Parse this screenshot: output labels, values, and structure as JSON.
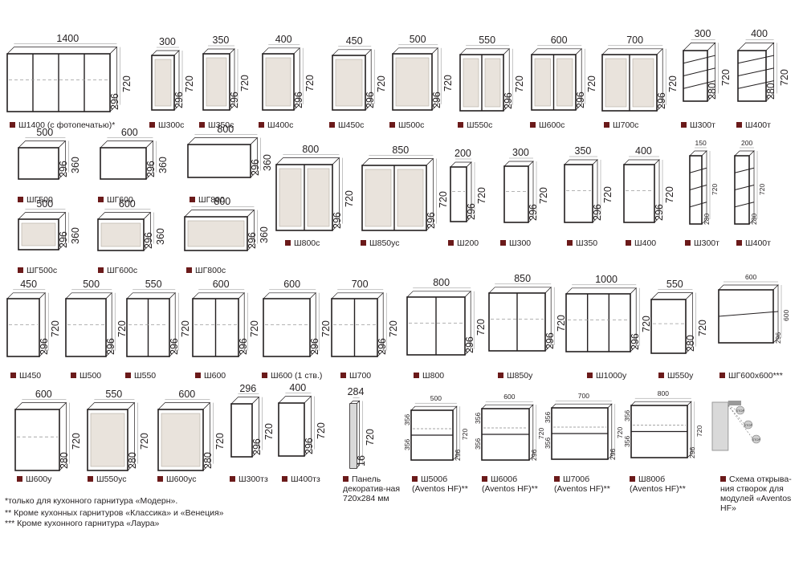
{
  "title": "",
  "colors": {
    "outline": "#231f20",
    "marker": "#6b1a1a",
    "glass": "#e9e3dc",
    "side": "#d9d9d9"
  },
  "items": [
    {
      "code": "Ш1400 (с фотопечатью)*",
      "w": "1400",
      "h": "720",
      "d": "296",
      "type": "photo"
    },
    {
      "code": "Ш300с",
      "w": "300",
      "h": "720",
      "d": "296",
      "type": "glass1"
    },
    {
      "code": "Ш350с",
      "w": "350",
      "h": "720",
      "d": "296",
      "type": "glass1"
    },
    {
      "code": "Ш400с",
      "w": "400",
      "h": "720",
      "d": "296",
      "type": "glass1"
    },
    {
      "code": "Ш450с",
      "w": "450",
      "h": "720",
      "d": "296",
      "type": "glass1"
    },
    {
      "code": "Ш500с",
      "w": "500",
      "h": "720",
      "d": "296",
      "type": "glass1"
    },
    {
      "code": "Ш550с",
      "w": "550",
      "h": "720",
      "d": "296",
      "type": "glass2"
    },
    {
      "code": "Ш600с",
      "w": "600",
      "h": "720",
      "d": "296",
      "type": "glass2"
    },
    {
      "code": "Ш700с",
      "w": "700",
      "h": "720",
      "d": "296",
      "type": "glass2"
    },
    {
      "code": "Ш300т",
      "w": "300",
      "h": "720",
      "d": "280",
      "type": "shelfR"
    },
    {
      "code": "Ш400т",
      "w": "400",
      "h": "720",
      "d": "280",
      "type": "shelfR"
    },
    {
      "code": "ШГ500",
      "w": "500",
      "h": "360",
      "d": "296",
      "type": "h1"
    },
    {
      "code": "ШГ600",
      "w": "600",
      "h": "360",
      "d": "296",
      "type": "h1"
    },
    {
      "code": "ШГ800",
      "w": "800",
      "h": "360",
      "d": "296",
      "type": "h1"
    },
    {
      "code": "ШГ500с",
      "w": "500",
      "h": "360",
      "d": "296",
      "type": "hglass"
    },
    {
      "code": "ШГ600с",
      "w": "600",
      "h": "360",
      "d": "296",
      "type": "hglass"
    },
    {
      "code": "ШГ800с",
      "w": "800",
      "h": "360",
      "d": "296",
      "type": "hglass"
    },
    {
      "code": "Ш800с",
      "w": "800",
      "h": "720",
      "d": "296",
      "type": "glass2"
    },
    {
      "code": "Ш850ус",
      "w": "850",
      "h": "720",
      "d": "296",
      "type": "glass2x"
    },
    {
      "code": "Ш200",
      "w": "200",
      "h": "720",
      "d": "296",
      "type": "plain1"
    },
    {
      "code": "Ш300",
      "w": "300",
      "h": "720",
      "d": "296",
      "type": "plain1"
    },
    {
      "code": "Ш350",
      "w": "350",
      "h": "720",
      "d": "296",
      "type": "plain1"
    },
    {
      "code": "Ш400",
      "w": "400",
      "h": "720",
      "d": "296",
      "type": "plain1"
    },
    {
      "code": "Ш300т",
      "w": "150",
      "h": "720",
      "d": "280",
      "type": "open"
    },
    {
      "code": "Ш400т",
      "w": "200",
      "h": "720",
      "d": "280",
      "type": "open"
    },
    {
      "code": "Ш450",
      "w": "450",
      "h": "720",
      "d": "296",
      "type": "plain1"
    },
    {
      "code": "Ш500",
      "w": "500",
      "h": "720",
      "d": "296",
      "type": "plain1"
    },
    {
      "code": "Ш550",
      "w": "550",
      "h": "720",
      "d": "296",
      "type": "plain2"
    },
    {
      "code": "Ш600",
      "w": "600",
      "h": "720",
      "d": "296",
      "type": "plain2"
    },
    {
      "code": "Ш600 (1 ств.)",
      "w": "600",
      "h": "720",
      "d": "296",
      "type": "plain1"
    },
    {
      "code": "Ш700",
      "w": "700",
      "h": "720",
      "d": "296",
      "type": "plain2"
    },
    {
      "code": "Ш800",
      "w": "800",
      "h": "720",
      "d": "296",
      "type": "plain2"
    },
    {
      "code": "Ш850у",
      "w": "850",
      "h": "720",
      "d": "296",
      "type": "plain2x"
    },
    {
      "code": "Ш1000у",
      "w": "1000",
      "h": "720",
      "d": "296",
      "type": "plain3"
    },
    {
      "code": "Ш550у",
      "w": "550",
      "h": "720",
      "d": "280",
      "type": "corner"
    },
    {
      "code": "ШГ600х600***",
      "w": "600",
      "h": "600",
      "d": "296",
      "type": "frame"
    },
    {
      "code": "Ш600у",
      "w": "600",
      "h": "720",
      "d": "280",
      "type": "corner2"
    },
    {
      "code": "Ш550ус",
      "w": "550",
      "h": "720",
      "d": "280",
      "type": "corner2g"
    },
    {
      "code": "Ш600ус",
      "w": "600",
      "h": "720",
      "d": "280",
      "type": "corner2g"
    },
    {
      "code": "Ш300тз",
      "w": "296",
      "h": "720",
      "d": "296",
      "type": "endcab"
    },
    {
      "code": "Ш400тз",
      "w": "400",
      "h": "720",
      "d": "296",
      "type": "endcab"
    },
    {
      "code": "Панель декоратив-ная 720х284 мм",
      "w": "284",
      "h": "720",
      "d": "16",
      "type": "panel"
    },
    {
      "code": "Ш500б (Aventos HF)**",
      "w": "500",
      "h": "720",
      "d": "296",
      "type": "aventos",
      "h1": "356",
      "h2": "356"
    },
    {
      "code": "Ш600б (Aventos HF)**",
      "w": "600",
      "h": "720",
      "d": "296",
      "type": "aventos",
      "h1": "356",
      "h2": "356"
    },
    {
      "code": "Ш700б (Aventos HF)**",
      "w": "700",
      "h": "720",
      "d": "296",
      "type": "aventos",
      "h1": "356",
      "h2": "356"
    },
    {
      "code": "Ш800б (Aventos HF)**",
      "w": "800",
      "h": "720",
      "d": "296",
      "type": "aventos",
      "h1": "356",
      "h2": "356"
    },
    {
      "code": "Схема открыва-ния створок для модулей «Aventos HF»",
      "type": "scheme",
      "stop": "STOP"
    }
  ],
  "notes": [
    "*только для кухонного гарнитура «Модерн».",
    "** Кроме кухонных гарнитуров «Классика» и «Венеция»",
    "*** Кроме кухонного гарнитура «Лаура»"
  ]
}
